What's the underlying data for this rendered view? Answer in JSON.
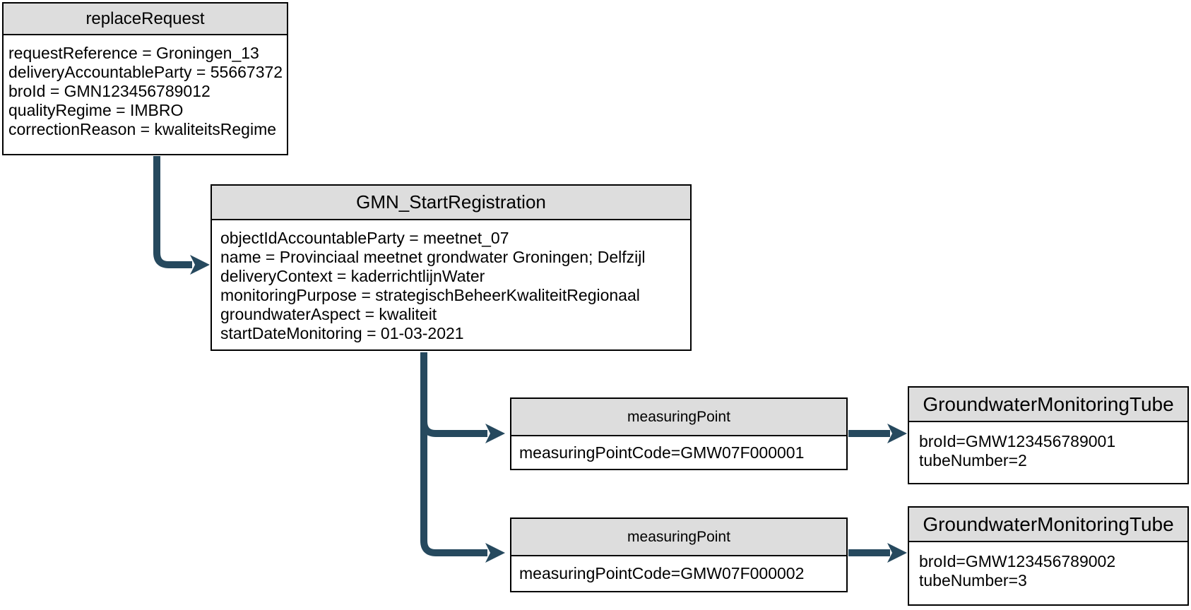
{
  "colors": {
    "background": "#FFFFFF",
    "node_fill": "#FFFFFF",
    "header_fill": "#DDDDDD",
    "border": "#000000",
    "text": "#000000",
    "arrow": "#26495E"
  },
  "nodes": {
    "replace_request": {
      "title": "replaceRequest",
      "attrs": [
        "requestReference = Groningen_13",
        "deliveryAccountableParty = 55667372",
        "broId = GMN123456789012",
        "qualityRegime = IMBRO",
        "correctionReason = kwaliteitsRegime"
      ]
    },
    "gmn_start_registration": {
      "title": "GMN_StartRegistration",
      "attrs": [
        "objectIdAccountableParty = meetnet_07",
        "name = Provinciaal meetnet grondwater Groningen; Delfzijl",
        "deliveryContext = kaderrichtlijnWater",
        "monitoringPurpose = strategischBeheerKwaliteitRegionaal",
        "groundwaterAspect = kwaliteit",
        "startDateMonitoring = 01-03-2021"
      ]
    },
    "measuring_point_1": {
      "title": "measuringPoint",
      "attrs": [
        "measuringPointCode=GMW07F000001"
      ]
    },
    "measuring_point_2": {
      "title": "measuringPoint",
      "attrs": [
        "measuringPointCode=GMW07F000002"
      ]
    },
    "tube_1": {
      "title": "GroundwaterMonitoringTube",
      "attrs": [
        "broId=GMW123456789001",
        "tubeNumber=2"
      ]
    },
    "tube_2": {
      "title": "GroundwaterMonitoringTube",
      "attrs": [
        "broId=GMW123456789002",
        "tubeNumber=3"
      ]
    }
  },
  "connectors": [
    {
      "from": "replaceRequest",
      "to": "GMN_StartRegistration"
    },
    {
      "from": "GMN_StartRegistration",
      "to": "measuringPoint GMW07F000001"
    },
    {
      "from": "GMN_StartRegistration",
      "to": "measuringPoint GMW07F000002"
    },
    {
      "from": "measuringPoint GMW07F000001",
      "to": "GroundwaterMonitoringTube GMW123456789001"
    },
    {
      "from": "measuringPoint GMW07F000002",
      "to": "GroundwaterMonitoringTube GMW123456789002"
    }
  ]
}
